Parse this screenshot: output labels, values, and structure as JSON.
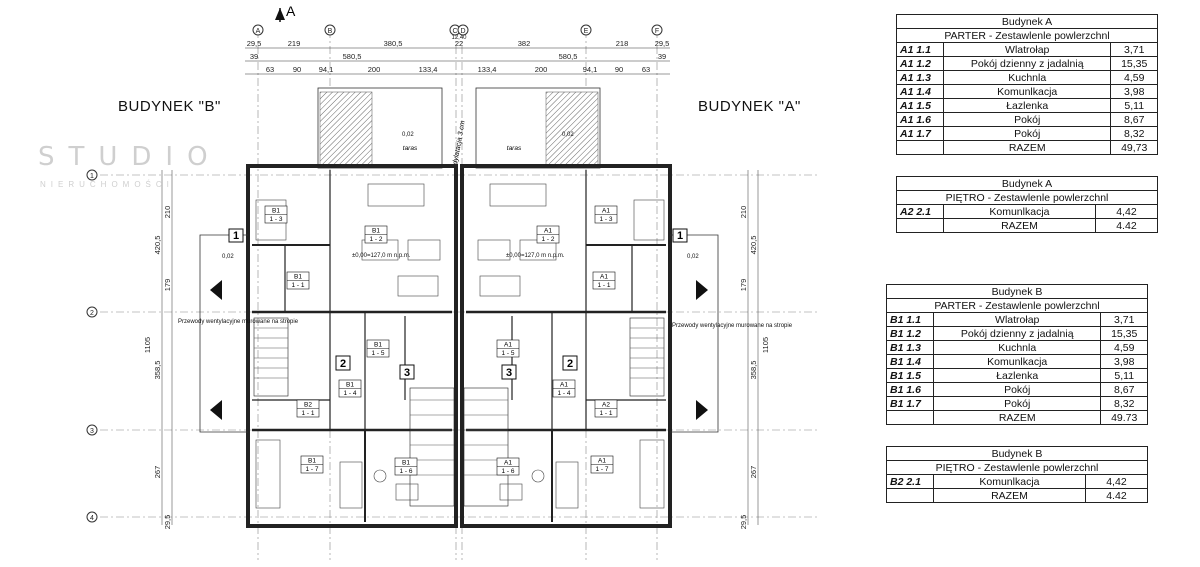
{
  "plan": {
    "section_marker": "A",
    "building_b_label": "BUDYNEK \"B\"",
    "building_a_label": "BUDYNEK \"A\"",
    "watermark_main": "STUDIO",
    "watermark_sub": "NIERUCHOMOŚCI",
    "dilatation": "dylatacja 3 cm",
    "terrace": "taras",
    "vent_note_left": "Przewody wentylacyjne murowane na stropie",
    "vent_note_right": "Przewody wentylacyjne murowane na stropie",
    "axes_top": [
      "A",
      "B",
      "C",
      "D",
      "E",
      "F"
    ],
    "axes_side": [
      "1",
      "2",
      "3",
      "4"
    ],
    "dims_top_row1": [
      "29,5",
      "219",
      "380,5",
      "22",
      "382",
      "218",
      "29,5"
    ],
    "dims_top_row2": [
      "39",
      "580,5",
      "580,5",
      "39"
    ],
    "dims_top_row3": [
      "63",
      "90",
      "94,1",
      "200",
      "133,4",
      "133,4",
      "200",
      "94,1",
      "90",
      "63"
    ],
    "dims_top_small": "12,40",
    "dims_left": [
      "210",
      "420,5",
      "179",
      "1105",
      "358,5",
      "267",
      "29,5"
    ],
    "dims_right": [
      "210",
      "420,5",
      "179",
      "1105",
      "358,5",
      "267",
      "29,5"
    ],
    "room_tags": [
      {
        "top": "B1",
        "bot": "1 - 3"
      },
      {
        "top": "B1",
        "bot": "1 - 2"
      },
      {
        "top": "B1",
        "bot": "1 - 1"
      },
      {
        "top": "B1",
        "bot": "1 - 5"
      },
      {
        "top": "B1",
        "bot": "1 - 4"
      },
      {
        "top": "B2",
        "bot": "1 - 1"
      },
      {
        "top": "B1",
        "bot": "1 - 7"
      },
      {
        "top": "B1",
        "bot": "1 - 6"
      },
      {
        "top": "A1",
        "bot": "1 - 3"
      },
      {
        "top": "A1",
        "bot": "1 - 2"
      },
      {
        "top": "A1",
        "bot": "1 - 1"
      },
      {
        "top": "A1",
        "bot": "1 - 5"
      },
      {
        "top": "A1",
        "bot": "1 - 4"
      },
      {
        "top": "A2",
        "bot": "1 - 1"
      },
      {
        "top": "A1",
        "bot": "1 - 7"
      },
      {
        "top": "A1",
        "bot": "1 - 6"
      }
    ],
    "level_marks": [
      "0,02",
      "0,02",
      "0,02",
      "0,02",
      "±0,00=127,0 m n.p.m.",
      "±0,00=127,0 m n.p.m."
    ],
    "stair_numbers": [
      "1",
      "2",
      "3",
      "3",
      "2",
      "1"
    ]
  },
  "tables": [
    {
      "building": "Budynek A",
      "level": "PARTER",
      "subtitle": "- Zestawlenle powlerzchnl",
      "rows": [
        {
          "code": "A1  1.1",
          "name": "Wlatrołap",
          "area": "3,71"
        },
        {
          "code": "A1  1.2",
          "name": "Pokój dzienny z jadalnią",
          "area": "15,35"
        },
        {
          "code": "A1  1.3",
          "name": "Kuchnla",
          "area": "4,59"
        },
        {
          "code": "A1  1.4",
          "name": "Komunlkacja",
          "area": "3,98"
        },
        {
          "code": "A1  1.5",
          "name": "Łazlenka",
          "area": "5,11"
        },
        {
          "code": "A1  1.6",
          "name": "Pokój",
          "area": "8,67"
        },
        {
          "code": "A1  1.7",
          "name": "Pokój",
          "area": "8,32"
        }
      ],
      "total_label": "RAZEM",
      "total": "49,73"
    },
    {
      "building": "Budynek A",
      "level": "PIĘTRO",
      "subtitle": "- Zestawlenle powlerzchnl",
      "rows": [
        {
          "code": "A2  2.1",
          "name": "Komunlkacja",
          "area": "4,42"
        }
      ],
      "total_label": "RAZEM",
      "total": "4.42"
    },
    {
      "building": "Budynek B",
      "level": "PARTER",
      "subtitle": "- Zestawlenle powlerzchnl",
      "rows": [
        {
          "code": "B1  1.1",
          "name": "Wlatrołap",
          "area": "3,71"
        },
        {
          "code": "B1  1.2",
          "name": "Pokój dzienny z jadalnią",
          "area": "15,35"
        },
        {
          "code": "B1  1.3",
          "name": "Kuchnla",
          "area": "4,59"
        },
        {
          "code": "B1  1.4",
          "name": "Komunlkacja",
          "area": "3,98"
        },
        {
          "code": "B1  1.5",
          "name": "Łazlenka",
          "area": "5,11"
        },
        {
          "code": "B1  1.6",
          "name": "Pokój",
          "area": "8,67"
        },
        {
          "code": "B1  1.7",
          "name": "Pokój",
          "area": "8,32"
        }
      ],
      "total_label": "RAZEM",
      "total": "49.73"
    },
    {
      "building": "Budynek B",
      "level": "PIĘTRO",
      "subtitle": "- Zestawlenle powlerzchnl",
      "rows": [
        {
          "code": "B2  2.1",
          "name": "Komunlkacja",
          "area": "4,42"
        }
      ],
      "total_label": "RAZEM",
      "total": "4.42"
    }
  ]
}
